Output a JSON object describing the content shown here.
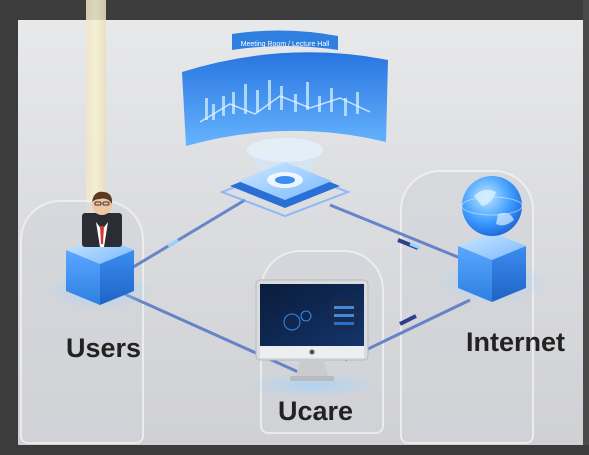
{
  "nodes": {
    "users": {
      "label": "Users"
    },
    "internet": {
      "label": "Internet"
    },
    "ucare": {
      "label": "Ucare"
    },
    "room": {
      "screen_title": "Meeting Room / Lecture Hall"
    }
  },
  "icons": {
    "users": "businessman-avatar-icon",
    "internet": "globe-icon",
    "ucare": "monitor-icon",
    "room": "hologram-display-icon"
  },
  "colors": {
    "link": "#5b7bc6",
    "cube_top": "#9fd0ff",
    "cube_side": "#3f8ee8",
    "accent": "#2f80ed",
    "label": "#222222"
  }
}
